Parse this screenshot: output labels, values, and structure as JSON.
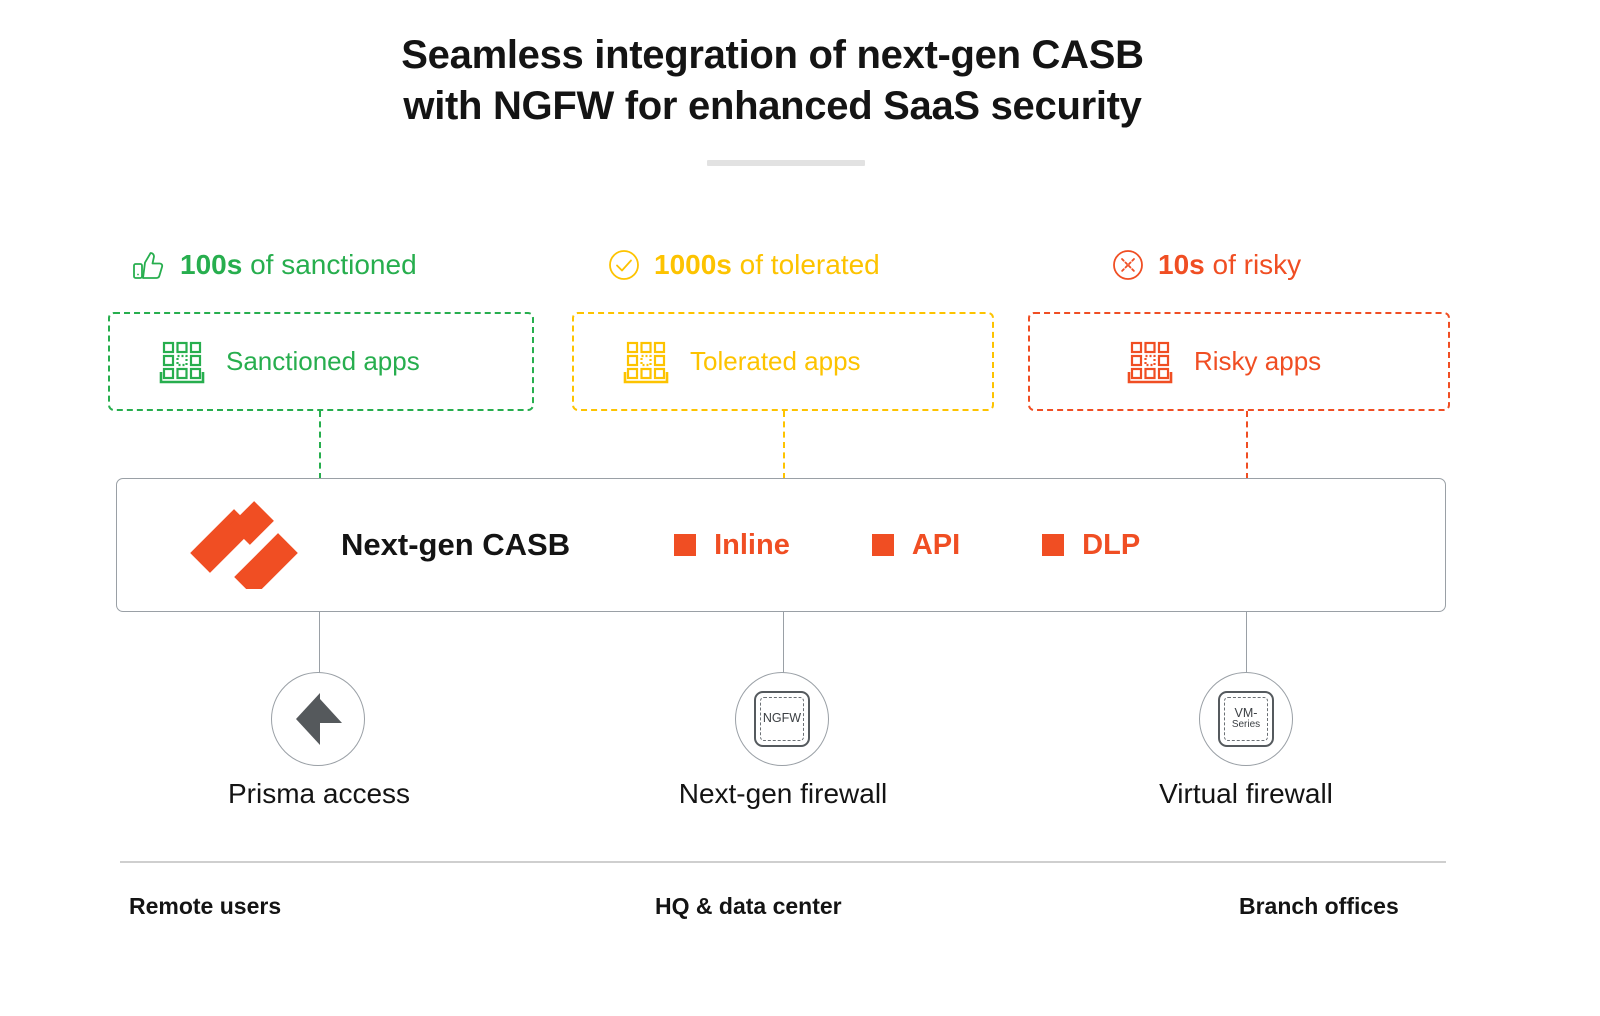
{
  "title": {
    "line1": "Seamless integration of next-gen CASB",
    "line2": "with NGFW for enhanced SaaS security"
  },
  "categories": [
    {
      "id": "sanctioned",
      "count": "100s",
      "suffix": " of sanctioned",
      "box_label": "Sanctioned apps",
      "head_icon": "thumbs-up-icon",
      "box_icon": "apps-grid-icon",
      "color": "#27ae4e"
    },
    {
      "id": "tolerated",
      "count": "1000s",
      "suffix": " of tolerated",
      "box_label": "Tolerated apps",
      "head_icon": "check-circle-icon",
      "box_icon": "apps-grid-icon",
      "color": "#fdc300"
    },
    {
      "id": "risky",
      "count": "10s",
      "suffix": " of risky",
      "box_label": "Risky apps",
      "head_icon": "x-circle-icon",
      "box_icon": "apps-grid-icon",
      "color": "#f04e23"
    }
  ],
  "casb": {
    "logo_icon": "palo-alto-networks-logo",
    "title": "Next-gen CASB",
    "accent": "#f04e23",
    "modes": [
      {
        "label": "Inline"
      },
      {
        "label": "API"
      },
      {
        "label": "DLP"
      }
    ]
  },
  "nodes": [
    {
      "id": "prisma-access",
      "label": "Prisma access",
      "icon": "prisma-logo-icon",
      "chip_line1": "",
      "chip_line2": ""
    },
    {
      "id": "next-gen-firewall",
      "label": "Next-gen firewall",
      "icon": "ngfw-chip-icon",
      "chip_line1": "NGFW",
      "chip_line2": ""
    },
    {
      "id": "virtual-firewall",
      "label": "Virtual firewall",
      "icon": "vm-series-chip-icon",
      "chip_line1": "VM-",
      "chip_line2": "Series"
    }
  ],
  "footer": {
    "segments": [
      {
        "label": "Remote users"
      },
      {
        "label": "HQ & data center"
      },
      {
        "label": "Branch offices"
      }
    ]
  }
}
